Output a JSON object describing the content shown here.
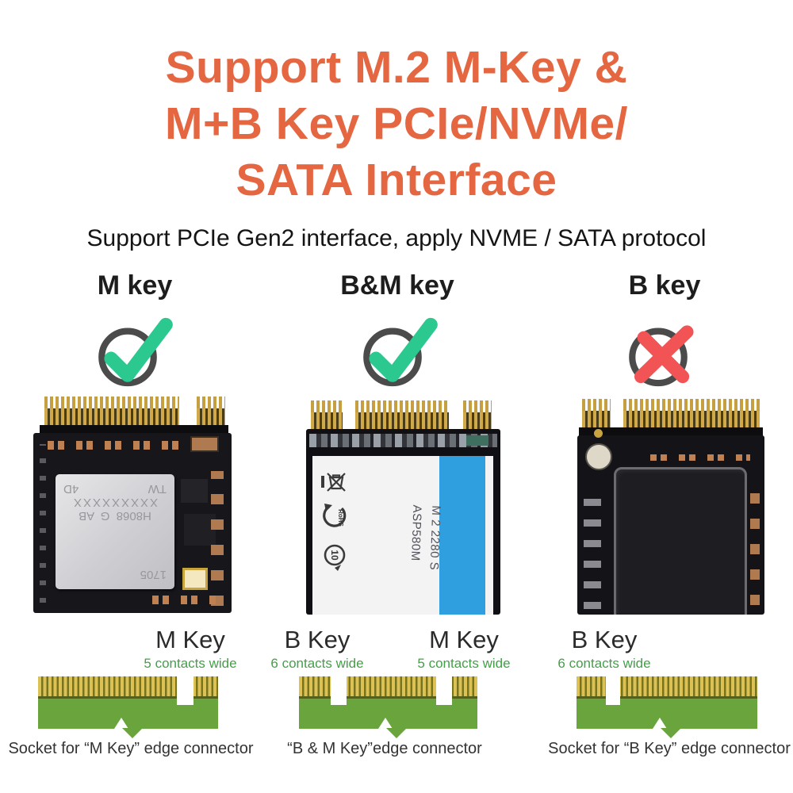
{
  "title": {
    "lines": [
      "Support M.2 M-Key &",
      "M+B Key PCIe/NVMe/",
      "SATA Interface"
    ]
  },
  "subtitle": "Support PCIe Gen2 interface, apply NVME / SATA protocol",
  "columns": [
    {
      "header": "M key",
      "status": "supported",
      "icon": "check-circle-icon"
    },
    {
      "header": "B&M key",
      "status": "supported",
      "icon": "check-circle-icon"
    },
    {
      "header": "B key",
      "status": "not supported",
      "icon": "cross-circle-icon"
    }
  ],
  "ssd_m_key": {
    "chip": {
      "date_code": "1705",
      "part_number": "H8068  G  AB",
      "serial_mask": "XXXXXXXXX",
      "corner_left": "TW",
      "corner_right": "4D"
    }
  },
  "ssd_bm_key": {
    "rohs_label": "RoHS",
    "ten_label": "10",
    "vertical_text": [
      "M 2 2280 S",
      "ASP580M"
    ]
  },
  "diagrams": [
    {
      "keys": [
        {
          "label": "M Key",
          "note": "5 contacts wide"
        }
      ],
      "caption": "Socket for “M Key” edge connector"
    },
    {
      "keys": [
        {
          "label": "B Key",
          "note": "6 contacts wide"
        },
        {
          "label": "M Key",
          "note": "5 contacts wide"
        }
      ],
      "caption": "“B & M Key”edge connector"
    },
    {
      "keys": [
        {
          "label": "B Key",
          "note": "6 contacts wide"
        }
      ],
      "caption": "Socket for “B Key” edge connector"
    }
  ],
  "colors": {
    "accent_orange": "#E56742",
    "check_green": "#2BC990",
    "cross_red": "#F25456",
    "pcb_green": "#69A43C",
    "note_green": "#43A047",
    "label_blue": "#2F9FE0"
  }
}
